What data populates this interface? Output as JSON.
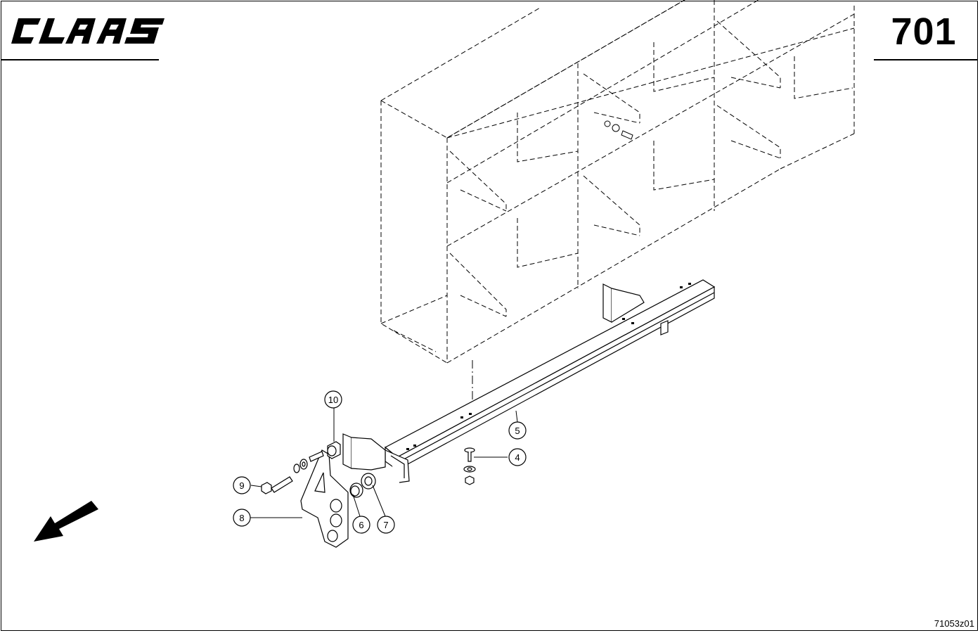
{
  "header": {
    "brand": "CLAAS",
    "page_number": "701"
  },
  "footer": {
    "drawing_code": "71053z01"
  },
  "callouts": [
    {
      "id": "c4",
      "label": "4"
    },
    {
      "id": "c5",
      "label": "5"
    },
    {
      "id": "c6",
      "label": "6"
    },
    {
      "id": "c7",
      "label": "7"
    },
    {
      "id": "c8",
      "label": "8"
    },
    {
      "id": "c9",
      "label": "9"
    },
    {
      "id": "c10",
      "label": "10"
    }
  ],
  "icons": {
    "direction": "direction-arrow-icon"
  },
  "colors": {
    "line": "#000000",
    "background": "#ffffff"
  }
}
